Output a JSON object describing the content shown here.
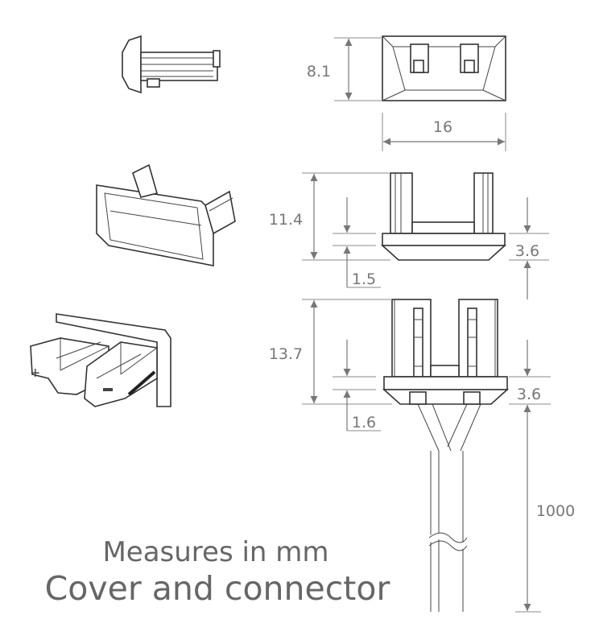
{
  "dimensions": {
    "top_height": "8.1",
    "width": "16",
    "cover_height": "11.4",
    "cover_base": "3.6",
    "cover_step": "1.5",
    "connector_height": "13.7",
    "connector_base": "3.6",
    "connector_step": "1.6",
    "cable_length": "1000"
  },
  "caption": {
    "line1": "Measures in mm",
    "line2": "Cover and connector"
  },
  "colors": {
    "text": "#666666",
    "lines": "#333333",
    "dimension": "#777777"
  }
}
